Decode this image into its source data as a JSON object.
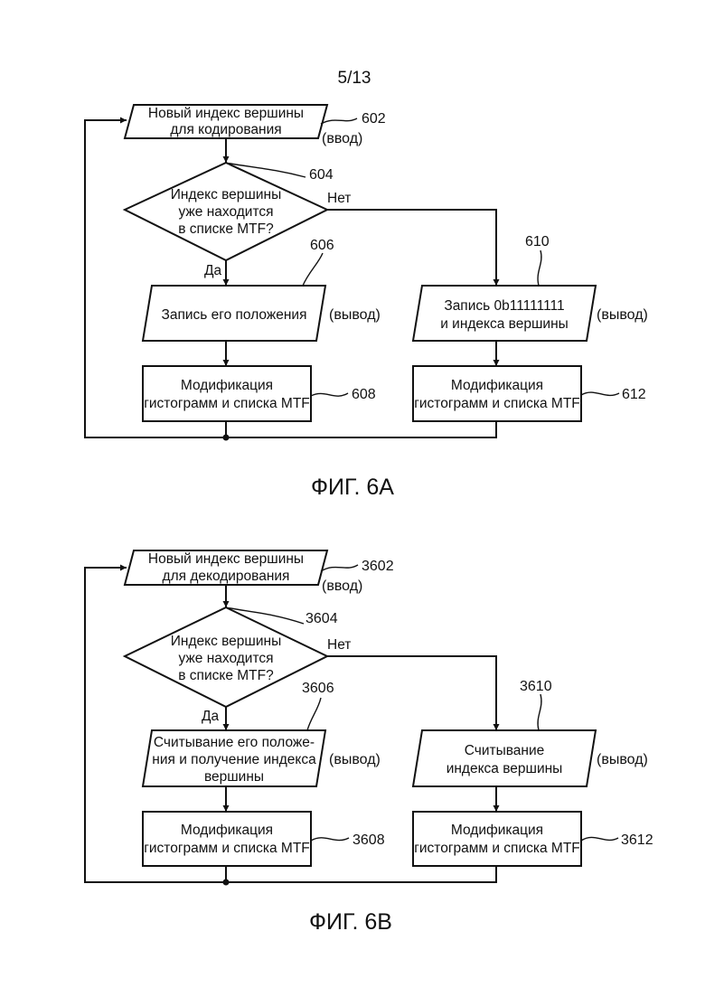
{
  "page_number": "5/13",
  "fig_a": {
    "caption": "ФИГ. 6А",
    "start": {
      "line1": "Новый индекс вершины",
      "line2": "для кодирования",
      "io": "(ввод)",
      "ref": "602"
    },
    "decision": {
      "line1": "Индекс вершины",
      "line2": "уже находится",
      "line3": "в списке MTF?",
      "ref": "604",
      "yes": "Да",
      "no": "Нет"
    },
    "out_left": {
      "line1": "Запись его положения",
      "io": "(вывод)",
      "ref": "606"
    },
    "out_right": {
      "line1": "Запись 0b11111111",
      "line2": "и индекса вершины",
      "io": "(вывод)",
      "ref": "610"
    },
    "proc_left": {
      "line1": "Модификация",
      "line2": "гистограмм и списка MTF",
      "ref": "608"
    },
    "proc_right": {
      "line1": "Модификация",
      "line2": "гистограмм и списка MTF",
      "ref": "612"
    }
  },
  "fig_b": {
    "caption": "ФИГ. 6В",
    "start": {
      "line1": "Новый индекс вершины",
      "line2": "для декодирования",
      "io": "(ввод)",
      "ref": "3602"
    },
    "decision": {
      "line1": "Индекс вершины",
      "line2": "уже находится",
      "line3": "в списке MTF?",
      "ref": "3604",
      "yes": "Да",
      "no": "Нет"
    },
    "out_left": {
      "line1": "Считывание его положе-",
      "line2": "ния и получение индекса",
      "line3": "вершины",
      "io": "(вывод)",
      "ref": "3606"
    },
    "out_right": {
      "line1": "Считывание",
      "line2": "индекса вершины",
      "io": "(вывод)",
      "ref": "3610"
    },
    "proc_left": {
      "line1": "Модификация",
      "line2": "гистограмм и списка MTF",
      "ref": "3608"
    },
    "proc_right": {
      "line1": "Модификация",
      "line2": "гистограмм и списка MTF",
      "ref": "3612"
    }
  }
}
